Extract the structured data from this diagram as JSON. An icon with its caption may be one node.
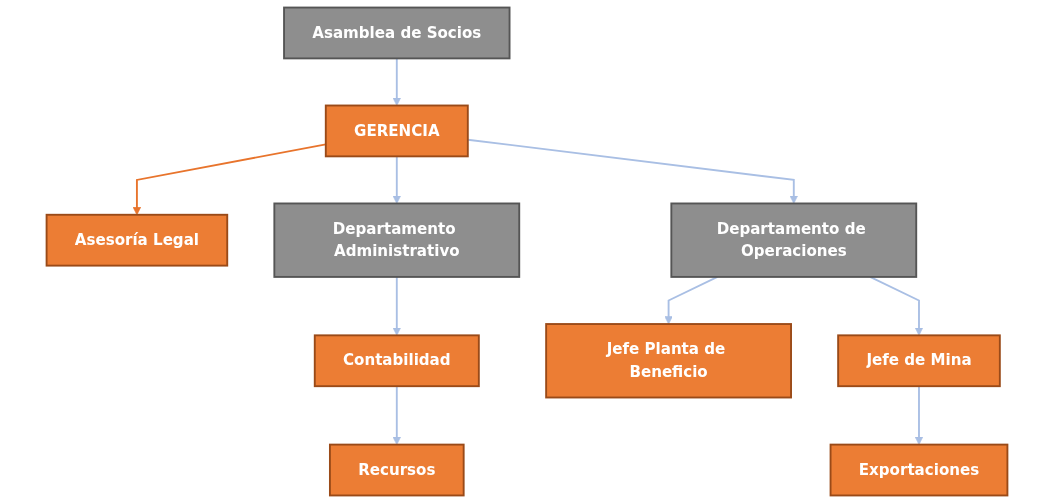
{
  "diagram": {
    "nodes": [
      {
        "text": [
          "Asamblea de Socios"
        ]
      },
      {
        "text": [
          "GERENCIA"
        ]
      },
      {
        "text": [
          "Asesoría Legal"
        ]
      },
      {
        "text": [
          "Departamento Administrativo"
        ]
      },
      {
        "text": [
          "Departamento de Operaciones"
        ]
      },
      {
        "text": [
          "Contabilidad"
        ]
      },
      {
        "text": [
          "Jefe Planta de Beneficio"
        ]
      },
      {
        "text": [
          "Jefe de Mina"
        ]
      },
      {
        "text": [
          "Recursos"
        ]
      },
      {
        "text": [
          "Exportaciones"
        ]
      }
    ],
    "edges": [
      {
        "from": 0,
        "to": 1,
        "arrow": "to"
      },
      {
        "from": 1,
        "to": 2,
        "arrow": "to",
        "color": "#e8742c"
      },
      {
        "from": 1,
        "to": 3,
        "arrow": "to"
      },
      {
        "from": 1,
        "to": 4,
        "arrow": "to"
      },
      {
        "from": 3,
        "to": 5,
        "arrow": "to"
      },
      {
        "from": 4,
        "to": 6,
        "arrow": "to"
      },
      {
        "from": 4,
        "to": 7,
        "arrow": "to"
      },
      {
        "from": 5,
        "to": 8,
        "arrow": "to"
      },
      {
        "from": 7,
        "to": 9,
        "arrow": "to"
      }
    ]
  }
}
